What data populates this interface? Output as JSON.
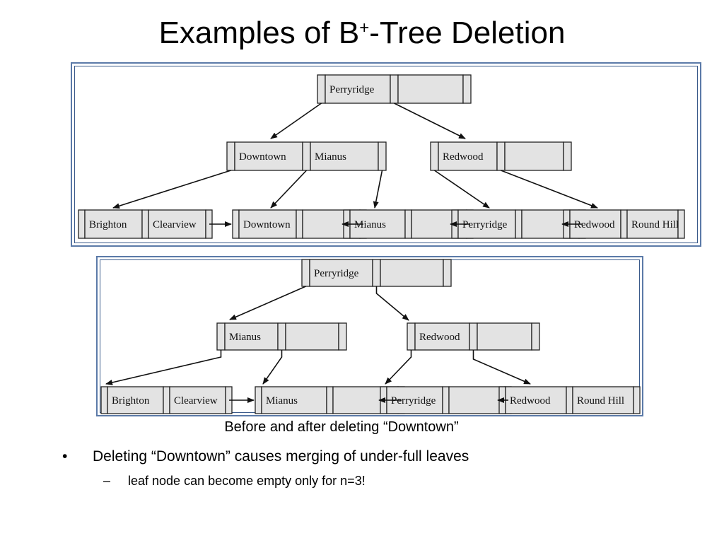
{
  "slide": {
    "title_main": "Examples of B",
    "title_sup": "+",
    "title_rest": "-Tree Deletion",
    "caption": "Before and after deleting “Downtown”",
    "bullets": [
      {
        "marker": "•",
        "text": "Deleting “Downtown” causes merging of under-full leaves"
      },
      {
        "marker": "–",
        "text": "leaf node can become empty only for n=3!"
      }
    ]
  },
  "before": {
    "root": [
      "Perryridge"
    ],
    "internal": [
      [
        "Downtown",
        "Mianus"
      ],
      [
        "Redwood"
      ]
    ],
    "leaves": [
      [
        "Brighton",
        "Clearview"
      ],
      [
        "Downtown"
      ],
      [
        "Mianus"
      ],
      [
        "Perryridge"
      ],
      [
        "Redwood",
        "Round Hill"
      ]
    ]
  },
  "after": {
    "root": [
      "Perryridge"
    ],
    "internal": [
      [
        "Mianus"
      ],
      [
        "Redwood"
      ]
    ],
    "leaves": [
      [
        "Brighton",
        "Clearview"
      ],
      [
        "Mianus"
      ],
      [
        "Perryridge"
      ],
      [
        "Redwood",
        "Round Hill"
      ]
    ]
  }
}
